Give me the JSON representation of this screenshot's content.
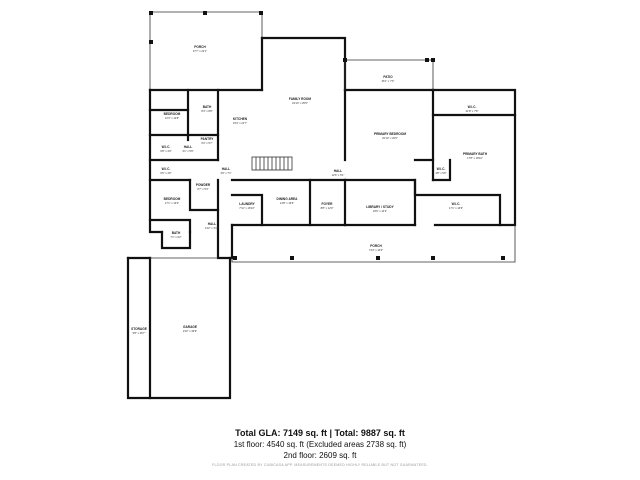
{
  "rooms": [
    {
      "id": "porch-top",
      "name": "PORCH",
      "dims": "37'7\" x 22'1\""
    },
    {
      "id": "family-room",
      "name": "FAMILY ROOM",
      "dims": "22'10\" x 25'5\""
    },
    {
      "id": "patio",
      "name": "PATIO",
      "dims": "36'1\" x 7'6\""
    },
    {
      "id": "bedroom-1",
      "name": "BEDROOM",
      "dims": "12'3\" x 12'8\""
    },
    {
      "id": "bath-1",
      "name": "BATH",
      "dims": "8'4\" x 8'8\""
    },
    {
      "id": "kitchen",
      "name": "KITCHEN",
      "dims": "15'4\" x 21'7\""
    },
    {
      "id": "pantry",
      "name": "PANTRY",
      "dims": "6'3\" x 5'7\""
    },
    {
      "id": "wic-1",
      "name": "W.I.C.",
      "dims": "6'8\" x 4'9\""
    },
    {
      "id": "hall-1",
      "name": "HALL",
      "dims": "4'1\" x 5'9\""
    },
    {
      "id": "wic-2",
      "name": "W.I.C.",
      "dims": "6'6\" x 4'6\""
    },
    {
      "id": "hall-2",
      "name": "HALL",
      "dims": "4'9\" x 7'1\""
    },
    {
      "id": "primary-bedroom",
      "name": "PRIMARY BEDROOM",
      "dims": "20'10\" x 20'6\""
    },
    {
      "id": "wic-3",
      "name": "W.I.C.",
      "dims": "21'8\" x 7'8\""
    },
    {
      "id": "primary-bath",
      "name": "PRIMARY BATH",
      "dims": "17'8\" x 18'10\""
    },
    {
      "id": "wic-4",
      "name": "W.I.C.",
      "dims": "4'8\" x 5'6\""
    },
    {
      "id": "hall-3",
      "name": "HALL",
      "dims": "12'6\" x 5'1\""
    },
    {
      "id": "powder",
      "name": "POWDER",
      "dims": "6'7\" x 5'4\""
    },
    {
      "id": "bedroom-2",
      "name": "BEDROOM",
      "dims": "17'1\" x 13'0\""
    },
    {
      "id": "dining-area",
      "name": "DINING AREA",
      "dims": "14'8\" x 16'6\""
    },
    {
      "id": "laundry",
      "name": "LAUNDRY",
      "dims": "7'11\" x 16'10\""
    },
    {
      "id": "foyer",
      "name": "FOYER",
      "dims": "8'8\" x 12'0\""
    },
    {
      "id": "library-study",
      "name": "LIBRARY / STUDY",
      "dims": "18'6\" x 14'3\""
    },
    {
      "id": "wic-5",
      "name": "W.I.C.",
      "dims": "17'1\" x 16'9\""
    },
    {
      "id": "hall-4",
      "name": "HALL",
      "dims": "13'2\" x 3'10\""
    },
    {
      "id": "bath-2",
      "name": "BATH",
      "dims": "7'1\" x 9'2\""
    },
    {
      "id": "porch-front",
      "name": "PORCH",
      "dims": "74'4\" x 10'0\""
    },
    {
      "id": "storage",
      "name": "STORAGE",
      "dims": "5'8\" x 36'7\""
    },
    {
      "id": "garage",
      "name": "GARAGE",
      "dims": "23'2\" x 36'9\""
    }
  ],
  "summary": {
    "total": "Total GLA: 7149 sq. ft | Total: 9887 sq. ft",
    "floor1": "1st floor: 4540 sq. ft (Excluded areas 2738 sq. ft)",
    "floor2": "2nd floor: 2609 sq. ft",
    "footer": "FLOOR PLAN CREATED BY CUBICASA APP. MEASUREMENTS DEEMED HIGHLY RELIABLE BUT NOT GUARANTEED."
  }
}
